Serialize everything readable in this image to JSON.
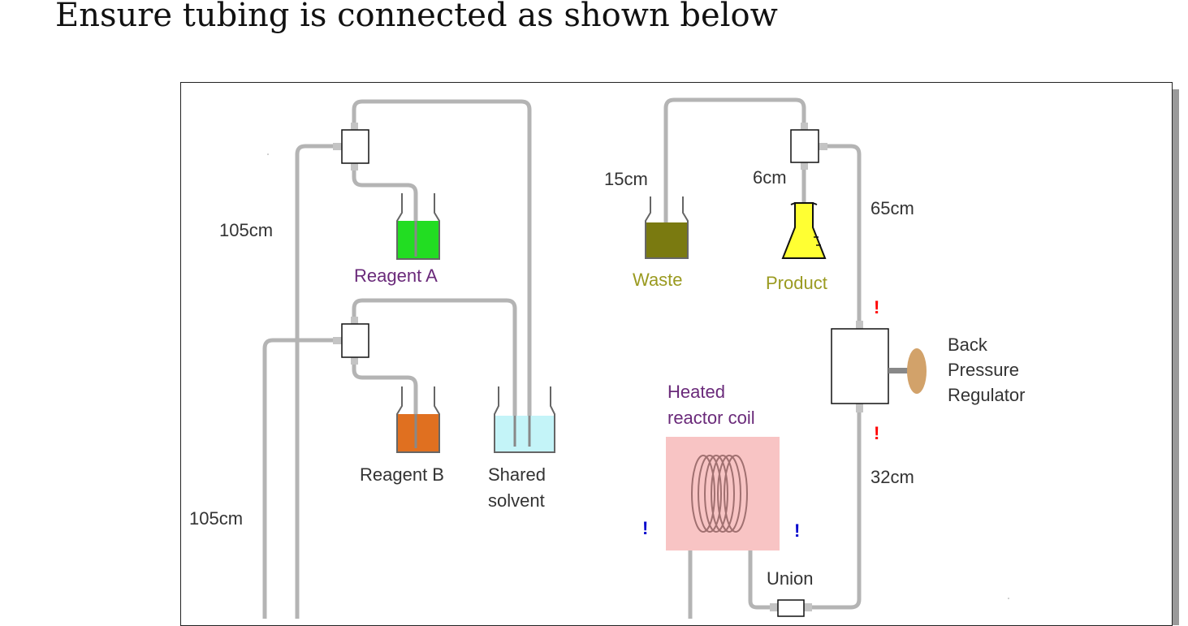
{
  "heading": "Ensure tubing is connected as shown below",
  "labels": {
    "tube_left_upper": "105cm",
    "tube_left_lower": "105cm",
    "reagent_a": "Reagent  A",
    "reagent_b": "Reagent B",
    "shared_solvent_line1": "Shared",
    "shared_solvent_line2": "solvent",
    "tube_waste": "15cm",
    "tube_product": "6cm",
    "waste": "Waste",
    "product": "Product",
    "tube_top_right": "65cm",
    "bpr_line1": "Back",
    "bpr_line2": "Pressure",
    "bpr_line3": "Regulator",
    "coil_line1": "Heated",
    "coil_line2": "reactor coil",
    "tube_bottom_right": "32cm",
    "union": "Union",
    "mark_red": "!",
    "mark_blue": "!"
  },
  "colors": {
    "tube": "#b4b4b4",
    "reagent_a_liquid": "#22dd22",
    "reagent_b_liquid": "#e07020",
    "solvent_liquid": "#c4f4f8",
    "waste_liquid": "#7a7a10",
    "product_liquid": "#ffff33",
    "coil_background": "#f8c4c4",
    "bpr_knob": "#d2a26a",
    "label_purple": "#6a2a7a",
    "label_olive": "#9a9a20",
    "mark_red": "#ff0000",
    "mark_blue": "#0000cc"
  }
}
